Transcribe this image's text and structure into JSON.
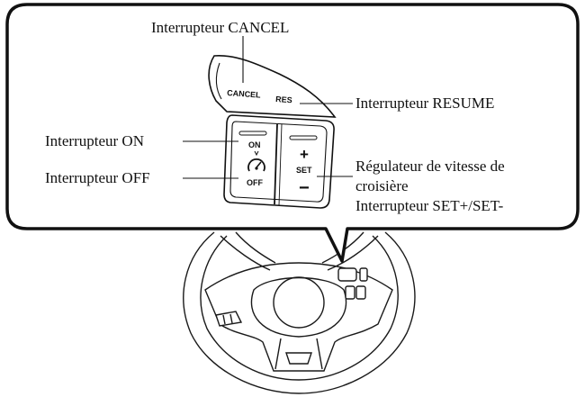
{
  "labels": {
    "cancel_switch": "Interrupteur CANCEL",
    "resume_switch": "Interrupteur RESUME",
    "on_switch": "Interrupteur ON",
    "off_switch": "Interrupteur OFF",
    "cruise_control_line1": "Régulateur de vitesse de",
    "cruise_control_line2": "croisière",
    "set_switch": "Interrupteur SET+/SET-"
  },
  "buttons": {
    "cancel": "CANCEL",
    "res": "RES",
    "on": "ON",
    "off": "OFF",
    "plus": "+",
    "set": "SET",
    "minus": "−"
  },
  "icons": {
    "cruise": "cruise-control-icon"
  }
}
